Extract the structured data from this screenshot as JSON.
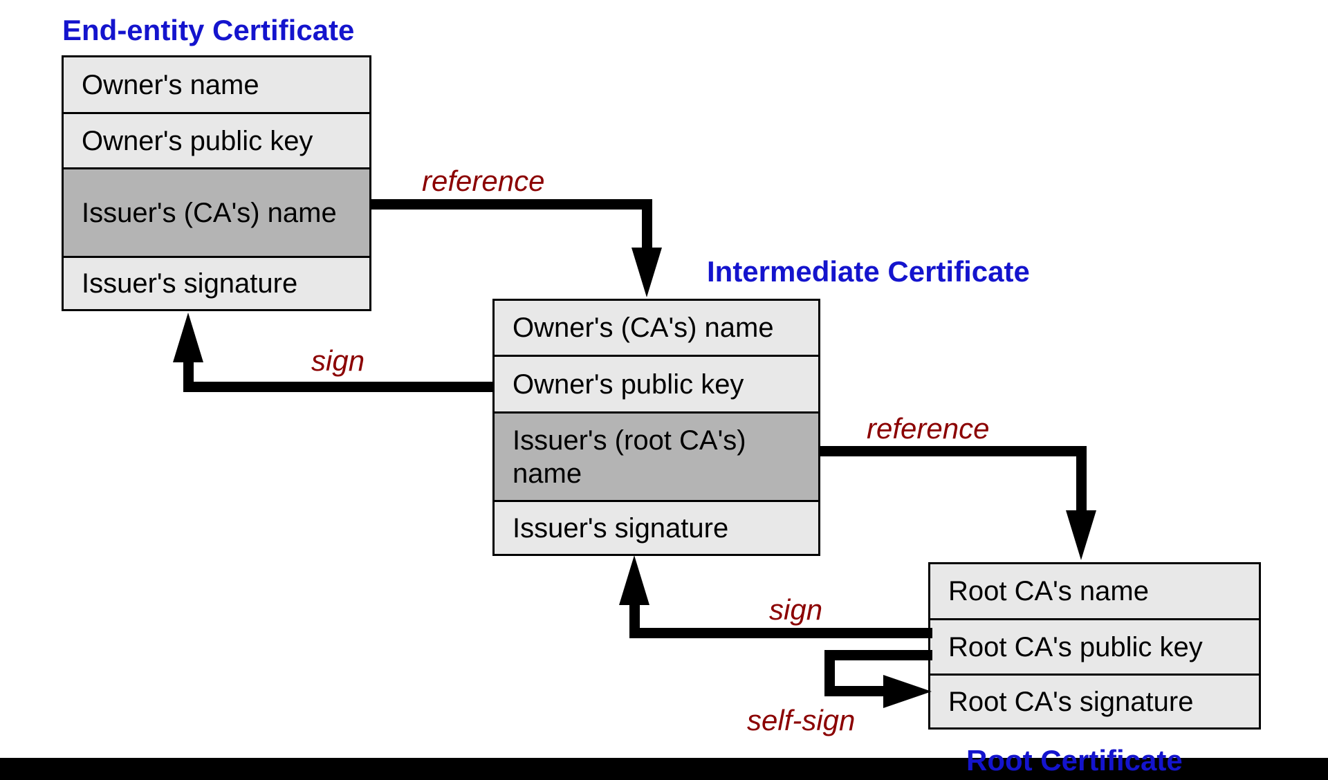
{
  "page": {
    "background_color": "#ffffff",
    "bottom_bar_color": "#000000"
  },
  "colors": {
    "title_blue": "#1414cd",
    "label_dark_red": "#8b0000",
    "row_light_gray": "#e8e8e8",
    "row_dark_gray": "#b4b4b4",
    "line_black": "#000000"
  },
  "certificates": {
    "end_entity": {
      "title": "End-entity Certificate",
      "rows": [
        {
          "label": "Owner's name",
          "highlighted": false
        },
        {
          "label": "Owner's public key",
          "highlighted": false
        },
        {
          "label": "Issuer's (CA's) name",
          "highlighted": true
        },
        {
          "label": "Issuer's signature",
          "highlighted": false
        }
      ]
    },
    "intermediate": {
      "title": "Intermediate Certificate",
      "rows": [
        {
          "label": "Owner's (CA's) name",
          "highlighted": false
        },
        {
          "label": "Owner's public key",
          "highlighted": false
        },
        {
          "label": "Issuer's (root CA's) name",
          "highlighted": true
        },
        {
          "label": "Issuer's signature",
          "highlighted": false
        }
      ]
    },
    "root": {
      "title": "Root Certificate",
      "rows": [
        {
          "label": "Root CA's name",
          "highlighted": false
        },
        {
          "label": "Root CA's public key",
          "highlighted": false
        },
        {
          "label": "Root CA's signature",
          "highlighted": false
        }
      ]
    }
  },
  "arrows": {
    "reference_1": {
      "label": "reference",
      "from": "end_entity.issuer_name",
      "to": "intermediate.top"
    },
    "sign_1": {
      "label": "sign",
      "from": "intermediate.public_key",
      "to": "end_entity.bottom"
    },
    "reference_2": {
      "label": "reference",
      "from": "intermediate.issuer_name",
      "to": "root.top"
    },
    "sign_2": {
      "label": "sign",
      "from": "root.public_key",
      "to": "intermediate.bottom"
    },
    "self_sign": {
      "label": "self-sign",
      "from": "root.public_key",
      "to": "root.signature"
    }
  }
}
